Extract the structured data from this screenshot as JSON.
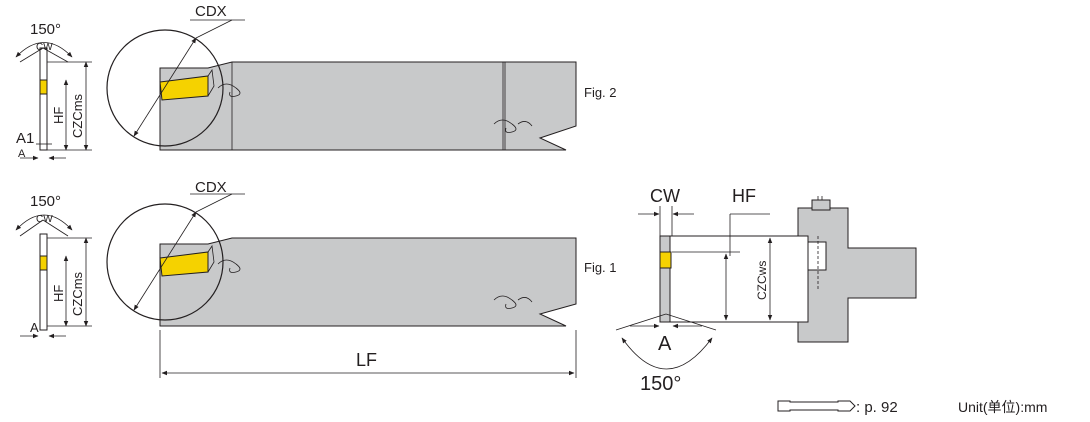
{
  "labels": {
    "cdx": "CDX",
    "cw": "CW",
    "hf": "HF",
    "czcms": "CZCms",
    "czcws": "CZCws",
    "a": "A",
    "a1": "A1",
    "lf": "LF",
    "angle": "150°",
    "fig1": "Fig. 1",
    "fig2": "Fig. 2"
  },
  "footer": {
    "page_ref": ": p. 92",
    "unit": "Unit(单位):mm"
  },
  "colors": {
    "insert": "#f5d200",
    "body": "#c8c9ca",
    "line": "#231f20"
  },
  "icons": {
    "blade-reference": "blade-outline-icon"
  }
}
